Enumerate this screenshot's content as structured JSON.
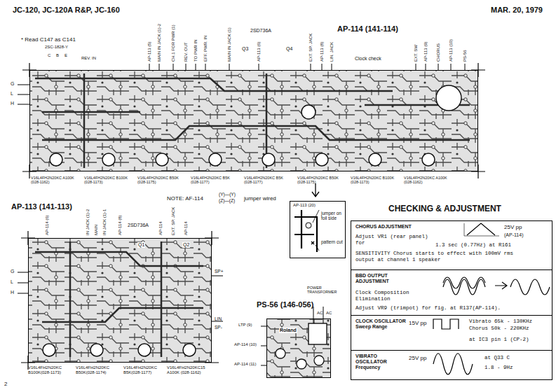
{
  "diagram": {
    "nodes": [
      {
        "text": [
          "AP-114 (141-114)"
        ]
      },
      {
        "text": [
          "AP-113 (20)",
          "jumper on foil side",
          "pattern cut"
        ]
      },
      {
        "text": [
          "AP-113 (141-113)"
        ]
      },
      {
        "text": [
          "PS-56 (146-056)"
        ]
      },
      {
        "text": [
          "CHECKING & ADJUSTMENT"
        ]
      },
      {
        "text": [
          "CHORUS ADJUSTMENT",
          "Adjust VR1 (rear panel) for",
          "1.3 sec (0.77Hz) at R161",
          "25V pp",
          "(AP-114)",
          "SENSITIVITY Chorus starts to effect with 100mV rms output at channel 1 speaker"
        ],
        "in": 4
      },
      {
        "text": [
          "BBD OUTPUT ADJUSTMENT",
          "Clock Composition Elimination",
          "Adjust VR9 (trimpot) for fig. at R137(AP-114)."
        ],
        "in": 4
      },
      {
        "text": [
          "CLOCK OSCILLATOR Sweep Range",
          "15V pp",
          "Vibrato 65k - 130KHz",
          "Chorus 50k - 220KHz",
          "at IC3 pin 1 (CP-2)"
        ],
        "in": 4
      },
      {
        "text": [
          "VIBRATO OSCILLATOR Frequency",
          "25V pp",
          "at Q33 C",
          "1.8 - 9Hz"
        ],
        "in": 4
      }
    ],
    "labels": [
      "JC-120, JC-120A R&P, JC-160",
      "MAR. 20, 1979",
      "* Read C147 as C141",
      "2SC-1828-Y",
      "C",
      "B",
      "E",
      "REV. IN",
      "2SD736A",
      "Q3",
      "Q4",
      "Clock check",
      "AP-113 (5)",
      "MAIN IN JACK (1)-2",
      "CH.1 FOR PWR (1)",
      "REV. OUT",
      "TO PWR IN",
      "EFF. PWR. IN",
      "MAIN IN JACK (1)",
      "AP-113 (6)",
      "EXT. SP. JACK",
      "AP-113 (8)",
      "LIN. JACK",
      "EXT. SW",
      "AP-113 (9)",
      "CHORUS",
      "AP-113 (10)",
      "PS-56",
      "G",
      "L",
      "H",
      "V16L4FH2N20KC A100K (028-1162)",
      "V16L4FH2N20KC B100K (028-1173)",
      "V16L4FH2N20KC B50K (028-1175)",
      "V16L4FH2N20KC B5K (028-1177)",
      "V16L4FH2N20KC B5K (028-1177)",
      "V16L4FH2N20KC B50K (028-1175)",
      "V16L4FH2N20KC B100K (028-1173)",
      "V16L4FH2N20KC A100K (028-1162)",
      "NOTE: AF-114",
      "(Y)—(Y)",
      "(Z)—(Z)",
      "jumper wired",
      "2SD736A",
      "Q1",
      "Q2",
      "AP-114 (6)",
      "IN JACK (1)-2",
      "MAIN",
      "IN JACK (1)-1",
      "AP-114 (8)",
      "AP-114",
      "EXT. SP. JACK",
      "AP-114",
      "G",
      "L",
      "H",
      "SP+",
      "LIN",
      "SP-",
      "V16L4FH2N20KC B100K(028-1173)",
      "V16L4FH2N20KC B50K(028-1174)",
      "V16L4FH2N20KC B5K(028-1177)",
      "V16L4FH2N20KC15 A100K (028-1162)",
      "2",
      "POWER TRANSFORMER",
      "AC",
      "AC",
      "LTP (9)",
      "AP-114 (10)",
      "AP-114 (11)",
      "Roland"
    ]
  }
}
